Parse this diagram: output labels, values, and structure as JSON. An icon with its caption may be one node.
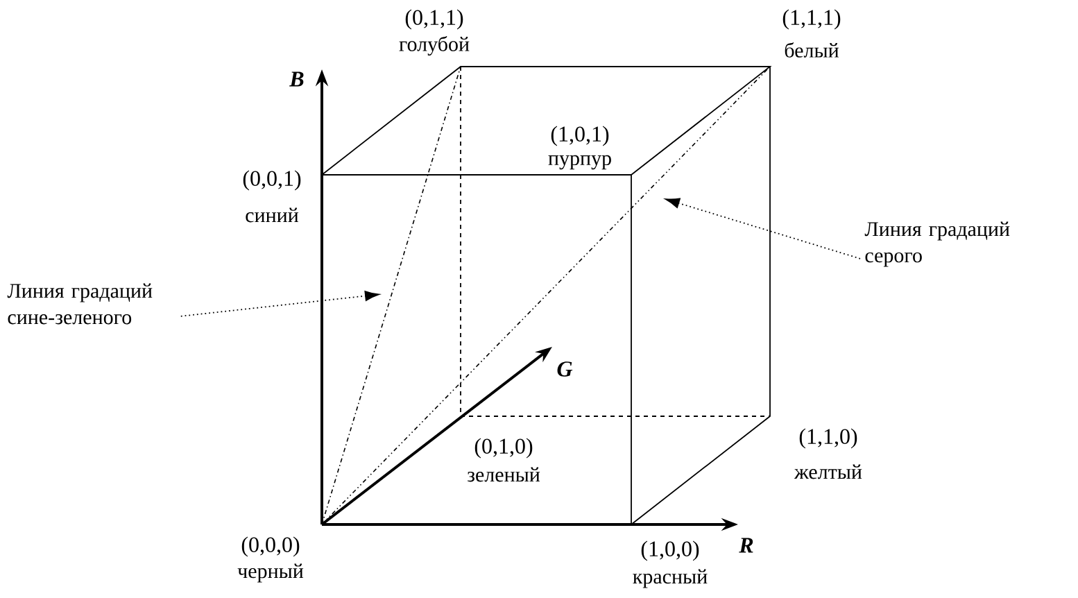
{
  "diagram": {
    "nodes": [
      {
        "text": [
          "Линия градаций сине-зеленого"
        ]
      },
      {
        "text": [
          "Линия градаций серого"
        ]
      }
    ],
    "edges": [
      {
        "from": 0,
        "to": null,
        "arrow": "to"
      },
      {
        "from": 1,
        "to": null,
        "arrow": "to"
      }
    ],
    "labels": [
      "(0,1,1)",
      "голубой",
      "(1,1,1)",
      "белый",
      "B",
      "(1,0,1)",
      "пурпур",
      "(0,0,1)",
      "синий",
      "G",
      "(0,1,0)",
      "зеленый",
      "(1,1,0)",
      "желтый",
      "(0,0,0)",
      "черный",
      "(1,0,0)",
      "красный",
      "R"
    ]
  }
}
